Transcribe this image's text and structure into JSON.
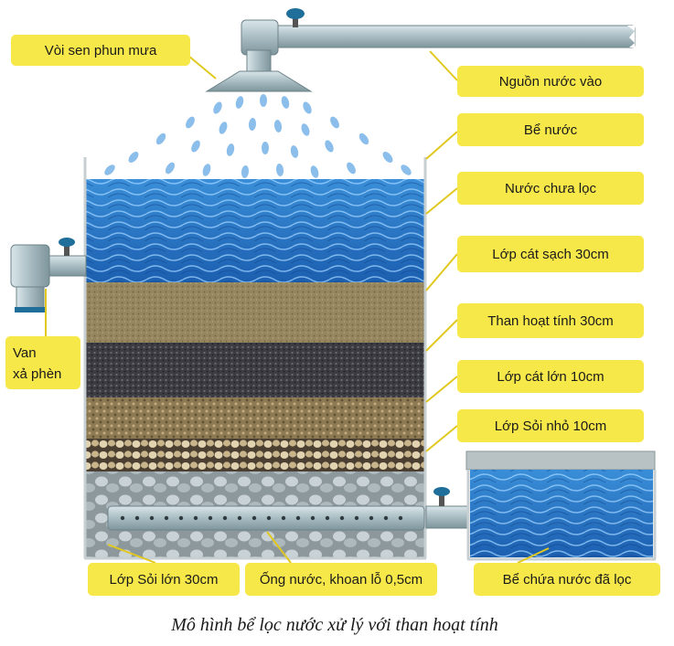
{
  "labels": {
    "shower_head": "Vòi sen phun mưa",
    "water_source": "Nguồn nước vào",
    "tank": "Bể nước",
    "unfiltered_water": "Nước chưa lọc",
    "clean_sand": "Lớp cát sạch 30cm",
    "activated_carbon": "Than hoạt tính  30cm",
    "coarse_sand": "Lớp cát lớn 10cm",
    "small_gravel": "Lớp Sỏi nhỏ  10cm",
    "flush_valve_line1": "Van",
    "flush_valve_line2": "xả phèn",
    "large_gravel": "Lớp Sỏi lớn 30cm",
    "perforated_pipe": "Ống nước, khoan lỗ 0,5cm",
    "clean_water_tank": "Bể chứa nước đã lọc"
  },
  "caption": "Mô hình bể lọc nước xử lý với than hoạt tính",
  "colors": {
    "label_fill": "#f7e84a",
    "leader_line": "#e0c81e",
    "water": "#2a78c8",
    "clean_sand": "#9a8a62",
    "activated_carbon": "#3e3e44",
    "coarse_sand": "#a08a60",
    "small_gravel": "#d8c7a0",
    "large_gravel": "#b9c3c7",
    "pipe": "#9eb2b8",
    "valve": "#1f6f9a"
  }
}
